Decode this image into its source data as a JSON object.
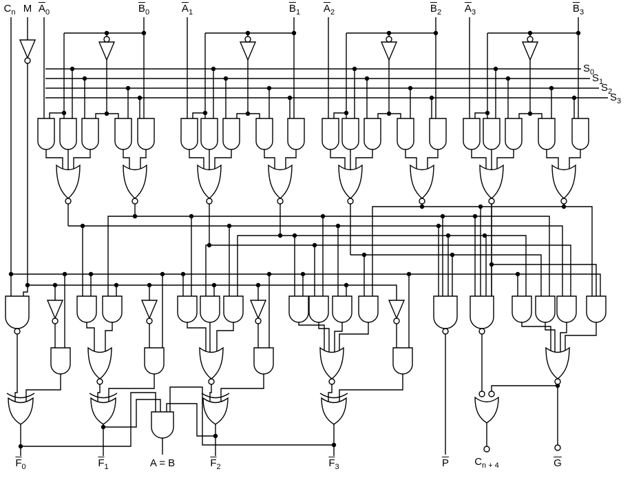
{
  "diagram_kind": "logic-circuit-schematic",
  "inputs": [
    {
      "id": "cn",
      "base": "C",
      "sub": "n",
      "overline": false
    },
    {
      "id": "m",
      "base": "M",
      "sub": "",
      "overline": false
    },
    {
      "id": "a0",
      "base": "A",
      "sub": "0",
      "overline": true
    },
    {
      "id": "b0",
      "base": "B",
      "sub": "0",
      "overline": true
    },
    {
      "id": "a1",
      "base": "A",
      "sub": "1",
      "overline": true
    },
    {
      "id": "b1",
      "base": "B",
      "sub": "1",
      "overline": true
    },
    {
      "id": "a2",
      "base": "A",
      "sub": "2",
      "overline": true
    },
    {
      "id": "b2",
      "base": "B",
      "sub": "2",
      "overline": true
    },
    {
      "id": "a3",
      "base": "A",
      "sub": "3",
      "overline": true
    },
    {
      "id": "b3",
      "base": "B",
      "sub": "3",
      "overline": true
    }
  ],
  "selects": [
    {
      "base": "S",
      "sub": "0"
    },
    {
      "base": "S",
      "sub": "1"
    },
    {
      "base": "S",
      "sub": "2"
    },
    {
      "base": "S",
      "sub": "3"
    }
  ],
  "outputs": [
    {
      "id": "f0",
      "base": "F",
      "sub": "0",
      "overline": true
    },
    {
      "id": "f1",
      "base": "F",
      "sub": "1",
      "overline": true
    },
    {
      "id": "a_eq_b",
      "base": "A = B",
      "sub": "",
      "overline": false
    },
    {
      "id": "f2",
      "base": "F",
      "sub": "2",
      "overline": true
    },
    {
      "id": "f3",
      "base": "F",
      "sub": "3",
      "overline": true
    },
    {
      "id": "p",
      "base": "P",
      "sub": "",
      "overline": true
    },
    {
      "id": "cn_plus_4",
      "base": "C",
      "sub": "n + 4",
      "overline": false
    },
    {
      "id": "g",
      "base": "G",
      "sub": "",
      "overline": true
    }
  ],
  "colors": {
    "line": "#000000",
    "background": "#ffffff"
  }
}
